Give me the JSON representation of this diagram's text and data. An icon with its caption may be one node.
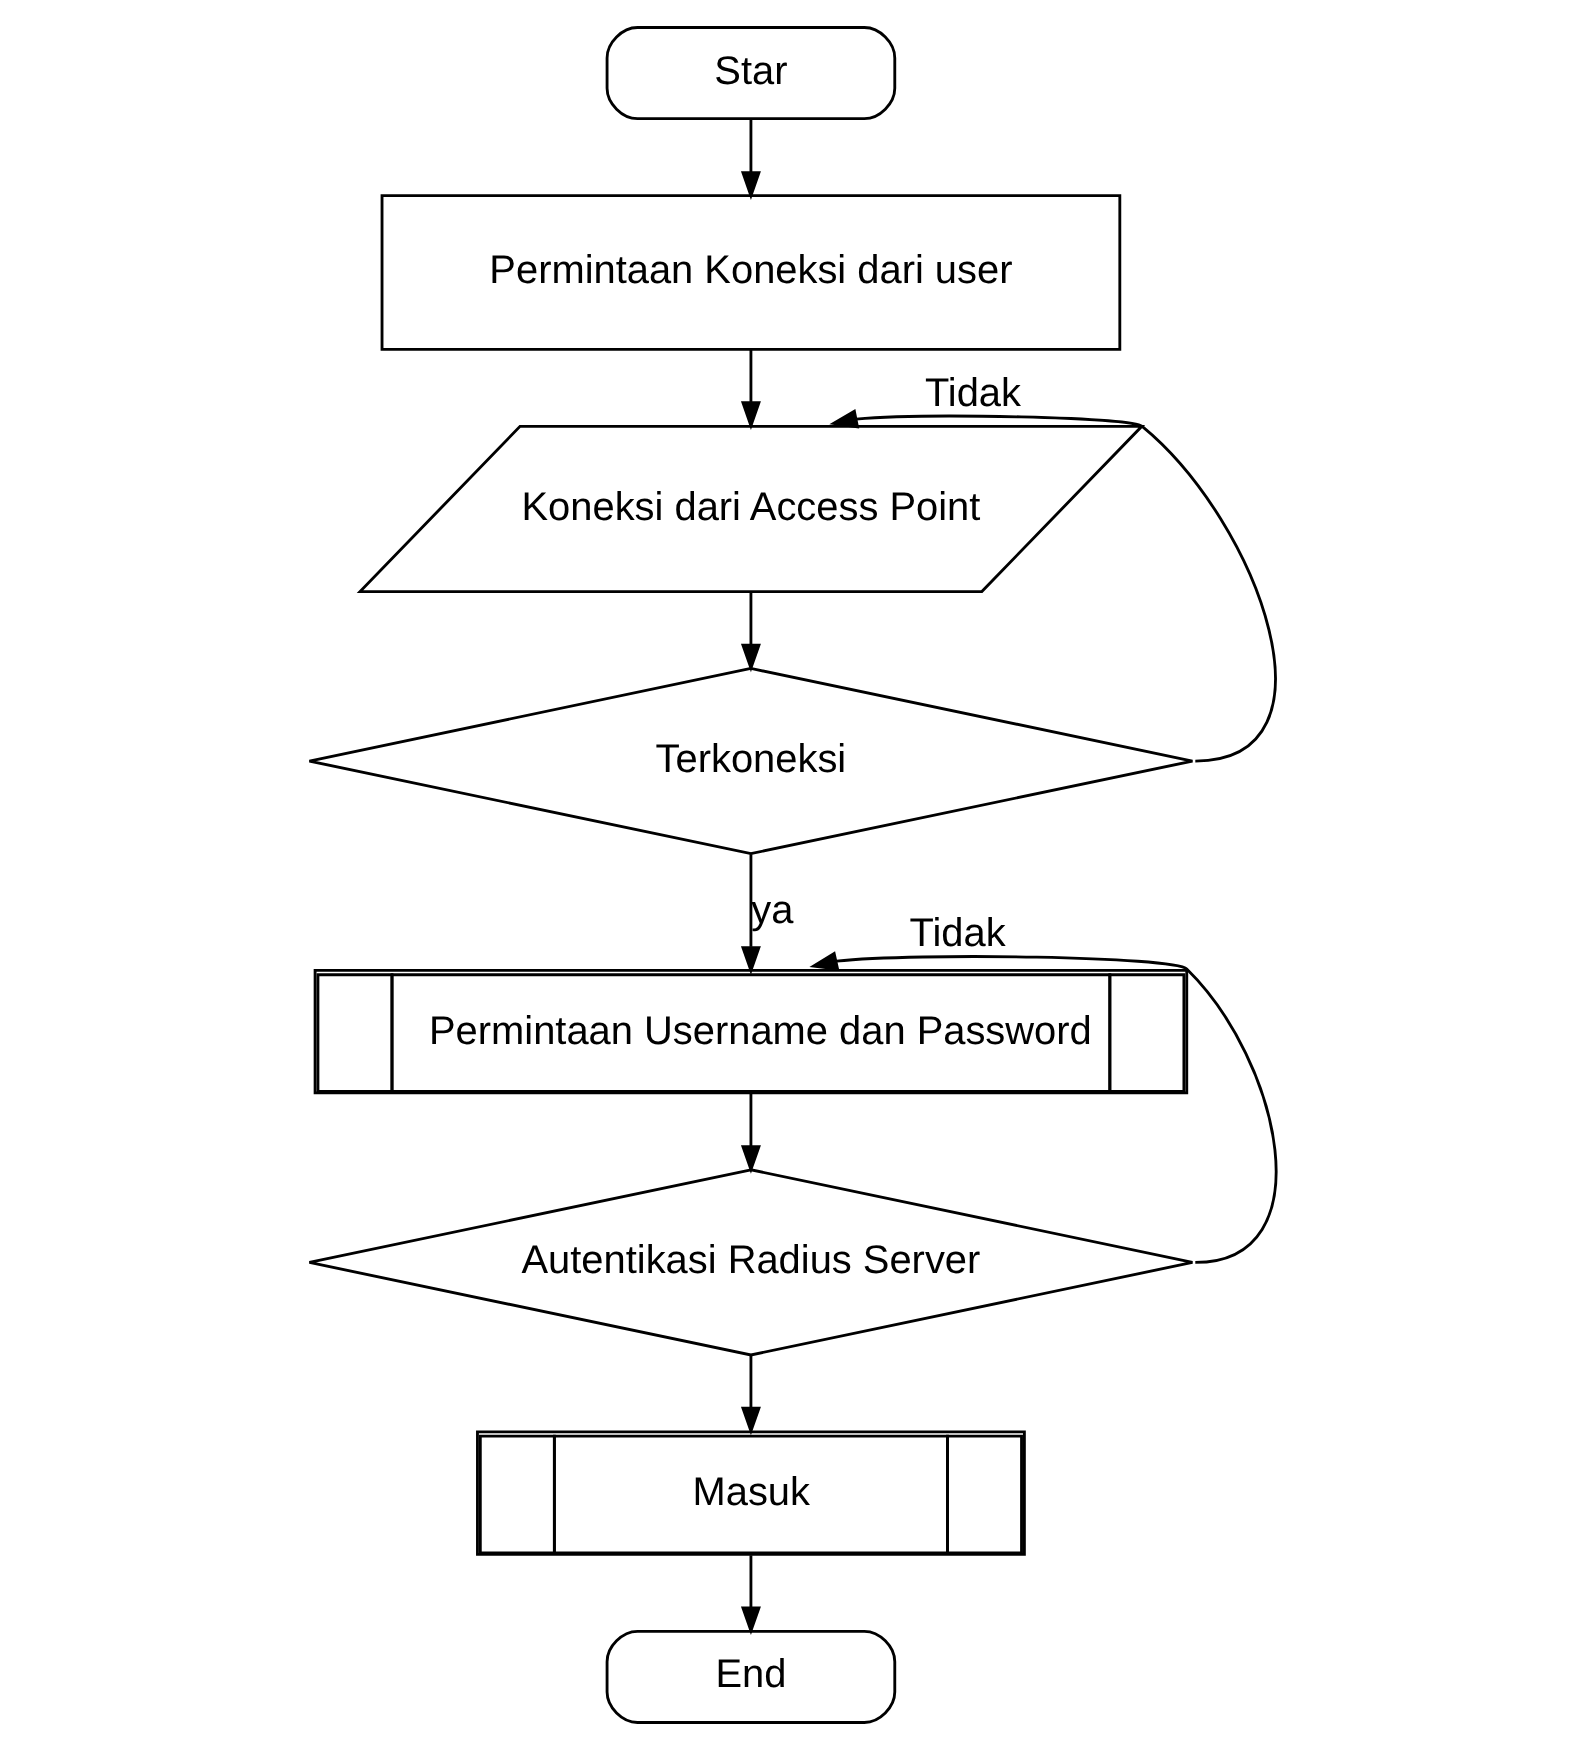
{
  "diagram": {
    "nodes": [
      {
        "text": [
          "Star"
        ]
      },
      {
        "text": [
          "Permintaan Koneksi dari user"
        ]
      },
      {
        "text": [
          "Koneksi dari Access Point"
        ]
      },
      {
        "text": [
          "Terkoneksi"
        ]
      },
      {
        "text": [
          "Permintaan Username dan Password"
        ]
      },
      {
        "text": [
          "Autentikasi Radius Server"
        ]
      },
      {
        "text": [
          "Masuk"
        ]
      },
      {
        "text": [
          "End"
        ]
      }
    ],
    "edges": [
      {
        "from": 0,
        "to": 1,
        "arrow": "to"
      },
      {
        "from": 1,
        "to": 2,
        "arrow": "to"
      },
      {
        "from": 2,
        "to": 3,
        "arrow": "to"
      },
      {
        "from": 3,
        "to": 4,
        "arrow": "to",
        "label": "ya"
      },
      {
        "from": 3,
        "to": 2,
        "arrow": "to",
        "label": "Tidak"
      },
      {
        "from": 4,
        "to": 5,
        "arrow": "to"
      },
      {
        "from": 5,
        "to": 4,
        "arrow": "to",
        "label": "Tidak"
      },
      {
        "from": 5,
        "to": 6,
        "arrow": "to"
      },
      {
        "from": 6,
        "to": 7,
        "arrow": "to"
      }
    ]
  }
}
